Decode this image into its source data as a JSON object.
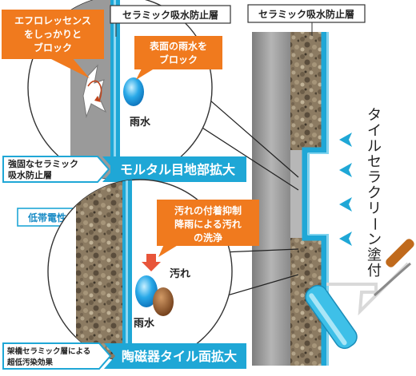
{
  "title_label_top": "セラミック吸水防止層",
  "title_label_right": "セラミック吸水防止層",
  "callout_efflorescence_line1": "エフロレッセンス",
  "callout_efflorescence_line2": "をしっかりと",
  "callout_efflorescence_line3": "ブロック",
  "callout_rain_line1": "表面の雨水を",
  "callout_rain_line2": "ブロック",
  "rain_label_top": "雨水",
  "badge_top_line1": "強固なセラミック",
  "badge_top_line2": "吸水防止層",
  "banner_top": "モルタル目地部拡大",
  "label_low_charge": "低帯電性・親水性",
  "callout_dirt_line1": "汚れの付着抑制",
  "callout_dirt_line2": "降雨による汚れ",
  "callout_dirt_line3": "の洗浄",
  "dirt_label": "汚れ",
  "rain_label_bottom": "雨水",
  "badge_bottom_line1": "架橋セラミック層による",
  "badge_bottom_line2": "超低汚染効果",
  "banner_bottom": "陶磁器タイル面拡大",
  "vertical_product": [
    "タ",
    "イ",
    "ル",
    "セ",
    "ラ",
    "ク",
    "リ",
    "ー",
    "ン",
    "塗",
    "付"
  ],
  "colors": {
    "orange": "#f07a1e",
    "blue": "#1fa7d6",
    "wall": "#9b9b9b"
  }
}
